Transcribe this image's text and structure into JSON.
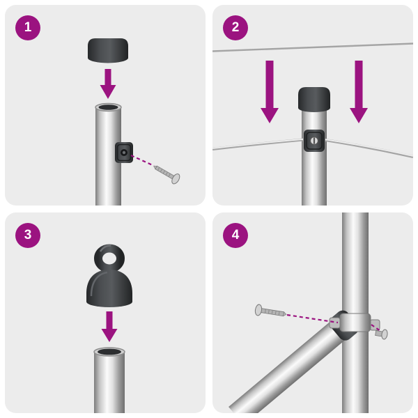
{
  "colors": {
    "background": "#ffffff",
    "panel": "#ececec",
    "accent": "#9b1380",
    "part-dark": "#3a3c3f",
    "metal": "#c7c7c7"
  },
  "steps": [
    {
      "number": "1"
    },
    {
      "number": "2"
    },
    {
      "number": "3"
    },
    {
      "number": "4"
    }
  ]
}
